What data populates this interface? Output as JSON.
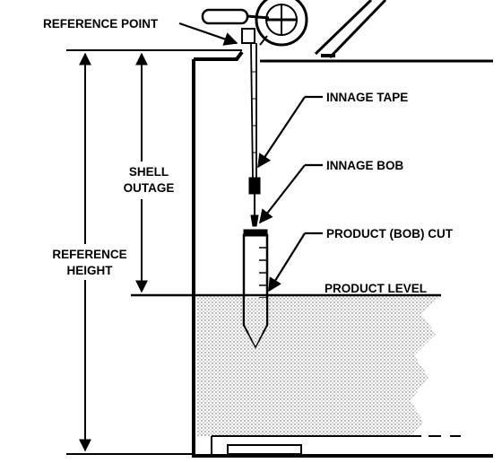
{
  "labels": {
    "reference_point": "REFERENCE POINT",
    "shell": "SHELL",
    "outage": "OUTAGE",
    "reference": "REFERENCE",
    "height": "HEIGHT",
    "innage_tape": "INNAGE TAPE",
    "innage_bob": "INNAGE BOB",
    "product_bob_cut": "PRODUCT (BOB) CUT",
    "product_level": "PRODUCT LEVEL"
  },
  "colors": {
    "ink": "#000000",
    "paper": "#ffffff",
    "product_stipple": "#888888"
  },
  "icons": {
    "tape_reel": "tape-reel-icon",
    "plumb_bob": "plumb-bob-icon"
  }
}
